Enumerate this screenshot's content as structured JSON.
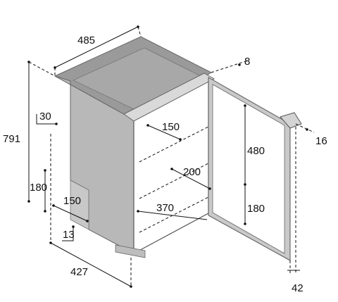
{
  "dimensions": {
    "width_top": "485",
    "door_depth": "8",
    "height_total": "791",
    "top_offset": "30",
    "shelf_depth_upper": "150",
    "door_inner_height": "480",
    "handle_depth": "16",
    "inner_width": "200",
    "step_height": "180",
    "step_depth": "150",
    "inner_depth": "370",
    "lower_height": "180",
    "base_offset": "13",
    "depth_total": "427",
    "door_clearance": "42"
  },
  "colors": {
    "cabinet_top": "#9a9a9a",
    "cabinet_side": "#b8b8b8",
    "cabinet_front": "#ffffff",
    "door": "#c9c9c9",
    "line": "#111111"
  }
}
